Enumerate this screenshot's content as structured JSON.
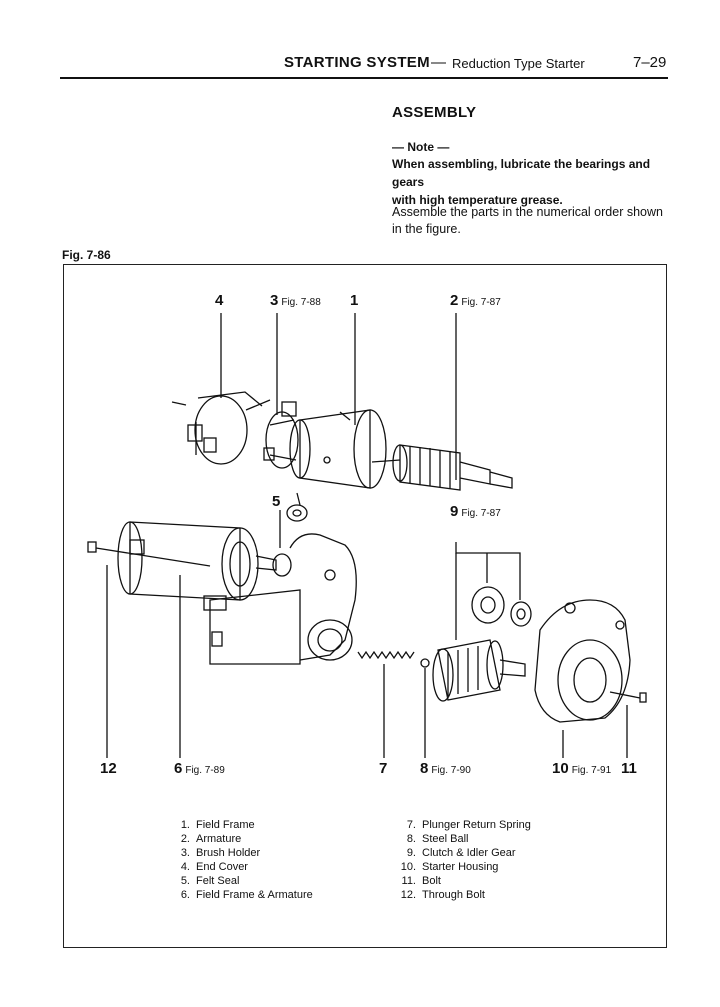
{
  "header": {
    "title": "STARTING SYSTEM",
    "dash": "—",
    "subtitle": "Reduction Type Starter",
    "page": "7–29"
  },
  "section": {
    "title": "ASSEMBLY",
    "note_heading": "— Note —",
    "note_line1": "When assembling, lubricate the bearings and gears",
    "note_line2": "with high temperature grease.",
    "instruction_line1": "Assemble the parts in the numerical order shown",
    "instruction_line2": "in the figure."
  },
  "figure": {
    "label": "Fig. 7-86",
    "callouts": {
      "c4": {
        "num": "4",
        "ref": ""
      },
      "c3": {
        "num": "3",
        "ref": "Fig. 7-88"
      },
      "c1": {
        "num": "1",
        "ref": ""
      },
      "c2": {
        "num": "2",
        "ref": "Fig. 7-87"
      },
      "c5": {
        "num": "5",
        "ref": ""
      },
      "c9": {
        "num": "9",
        "ref": "Fig. 7-87"
      },
      "c12": {
        "num": "12",
        "ref": ""
      },
      "c6": {
        "num": "6",
        "ref": "Fig. 7-89"
      },
      "c7": {
        "num": "7",
        "ref": ""
      },
      "c8": {
        "num": "8",
        "ref": "Fig. 7-90"
      },
      "c10": {
        "num": "10",
        "ref": "Fig. 7-91"
      },
      "c11": {
        "num": "11",
        "ref": ""
      }
    },
    "legend_left": [
      {
        "num": "1.",
        "text": "Field Frame"
      },
      {
        "num": "2.",
        "text": "Armature"
      },
      {
        "num": "3.",
        "text": "Brush Holder"
      },
      {
        "num": "4.",
        "text": "End Cover"
      },
      {
        "num": "5.",
        "text": "Felt Seal"
      },
      {
        "num": "6.",
        "text": "Field Frame & Armature"
      }
    ],
    "legend_right": [
      {
        "num": "7.",
        "text": "Plunger Return Spring"
      },
      {
        "num": "8.",
        "text": "Steel Ball"
      },
      {
        "num": "9.",
        "text": "Clutch & Idler Gear"
      },
      {
        "num": "10.",
        "text": "Starter Housing"
      },
      {
        "num": "11.",
        "text": "Bolt"
      },
      {
        "num": "12.",
        "text": "Through Bolt"
      }
    ]
  }
}
